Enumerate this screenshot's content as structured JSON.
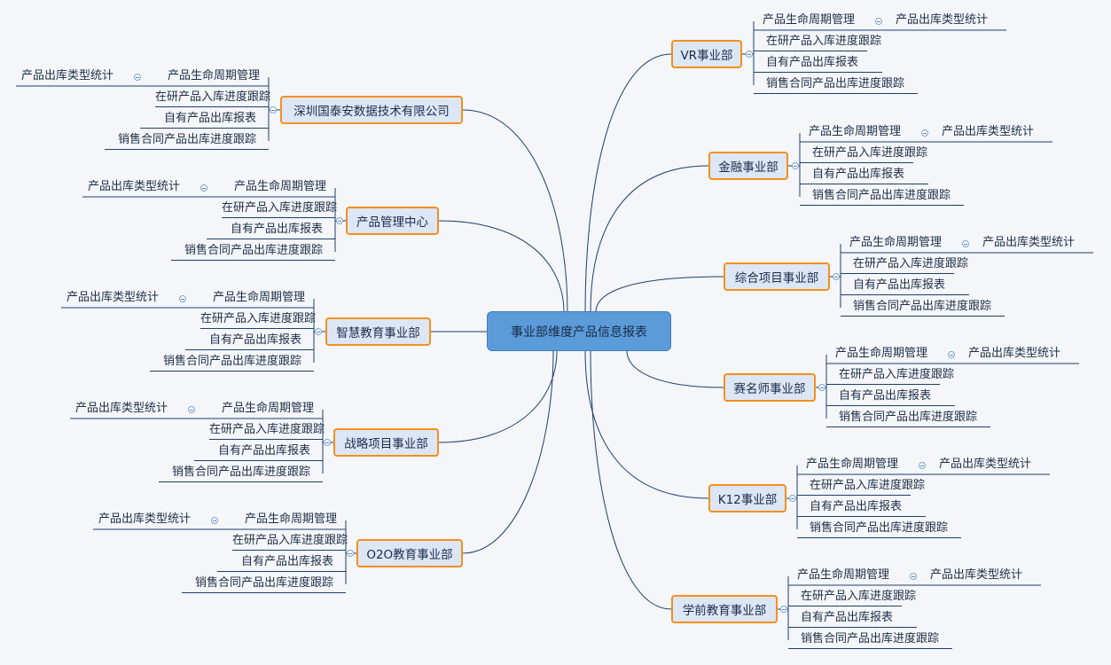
{
  "root": {
    "label": "事业部维度产品信息报表"
  },
  "departments": [
    {
      "label": "VR事业部",
      "side": "right",
      "leaves": [
        "产品生命周期管理",
        "产品出库类型统计",
        "在研产品入库进度跟踪",
        "自有产品出库报表",
        "销售合同产品出库进度跟踪"
      ]
    },
    {
      "label": "金融事业部",
      "side": "right",
      "leaves": [
        "产品生命周期管理",
        "产品出库类型统计",
        "在研产品入库进度跟踪",
        "自有产品出库报表",
        "销售合同产品出库进度跟踪"
      ]
    },
    {
      "label": "综合项目事业部",
      "side": "right",
      "leaves": [
        "产品生命周期管理",
        "产品出库类型统计",
        "在研产品入库进度跟踪",
        "自有产品出库报表",
        "销售合同产品出库进度跟踪"
      ]
    },
    {
      "label": "赛名师事业部",
      "side": "right",
      "leaves": [
        "产品生命周期管理",
        "产品出库类型统计",
        "在研产品入库进度跟踪",
        "自有产品出库报表",
        "销售合同产品出库进度跟踪"
      ]
    },
    {
      "label": "K12事业部",
      "side": "right",
      "leaves": [
        "产品生命周期管理",
        "产品出库类型统计",
        "在研产品入库进度跟踪",
        "自有产品出库报表",
        "销售合同产品出库进度跟踪"
      ]
    },
    {
      "label": "学前教育事业部",
      "side": "right",
      "leaves": [
        "产品生命周期管理",
        "产品出库类型统计",
        "在研产品入库进度跟踪",
        "自有产品出库报表",
        "销售合同产品出库进度跟踪"
      ]
    },
    {
      "label": "深圳国泰安数据技术有限公司",
      "side": "left",
      "leaves": [
        "产品出库类型统计",
        "产品生命周期管理",
        "在研产品入库进度跟踪",
        "自有产品出库报表",
        "销售合同产品出库进度跟踪"
      ]
    },
    {
      "label": "产品管理中心",
      "side": "left",
      "leaves": [
        "产品出库类型统计",
        "产品生命周期管理",
        "在研产品入库进度跟踪",
        "自有产品出库报表",
        "销售合同产品出库进度跟踪"
      ]
    },
    {
      "label": "智慧教育事业部",
      "side": "left",
      "leaves": [
        "产品出库类型统计",
        "产品生命周期管理",
        "在研产品入库进度跟踪",
        "自有产品出库报表",
        "销售合同产品出库进度跟踪"
      ]
    },
    {
      "label": "战略项目事业部",
      "side": "left",
      "leaves": [
        "产品出库类型统计",
        "产品生命周期管理",
        "在研产品入库进度跟踪",
        "自有产品出库报表",
        "销售合同产品出库进度跟踪"
      ]
    },
    {
      "label": "O2O教育事业部",
      "side": "left",
      "leaves": [
        "产品出库类型统计",
        "产品生命周期管理",
        "在研产品入库进度跟踪",
        "自有产品出库报表",
        "销售合同产品出库进度跟踪"
      ]
    }
  ],
  "colors": {
    "node_border": "#f2901e",
    "node_fill": "#dde6f5",
    "root_fill": "#5b9bd9",
    "link": "#1f3f6a"
  }
}
